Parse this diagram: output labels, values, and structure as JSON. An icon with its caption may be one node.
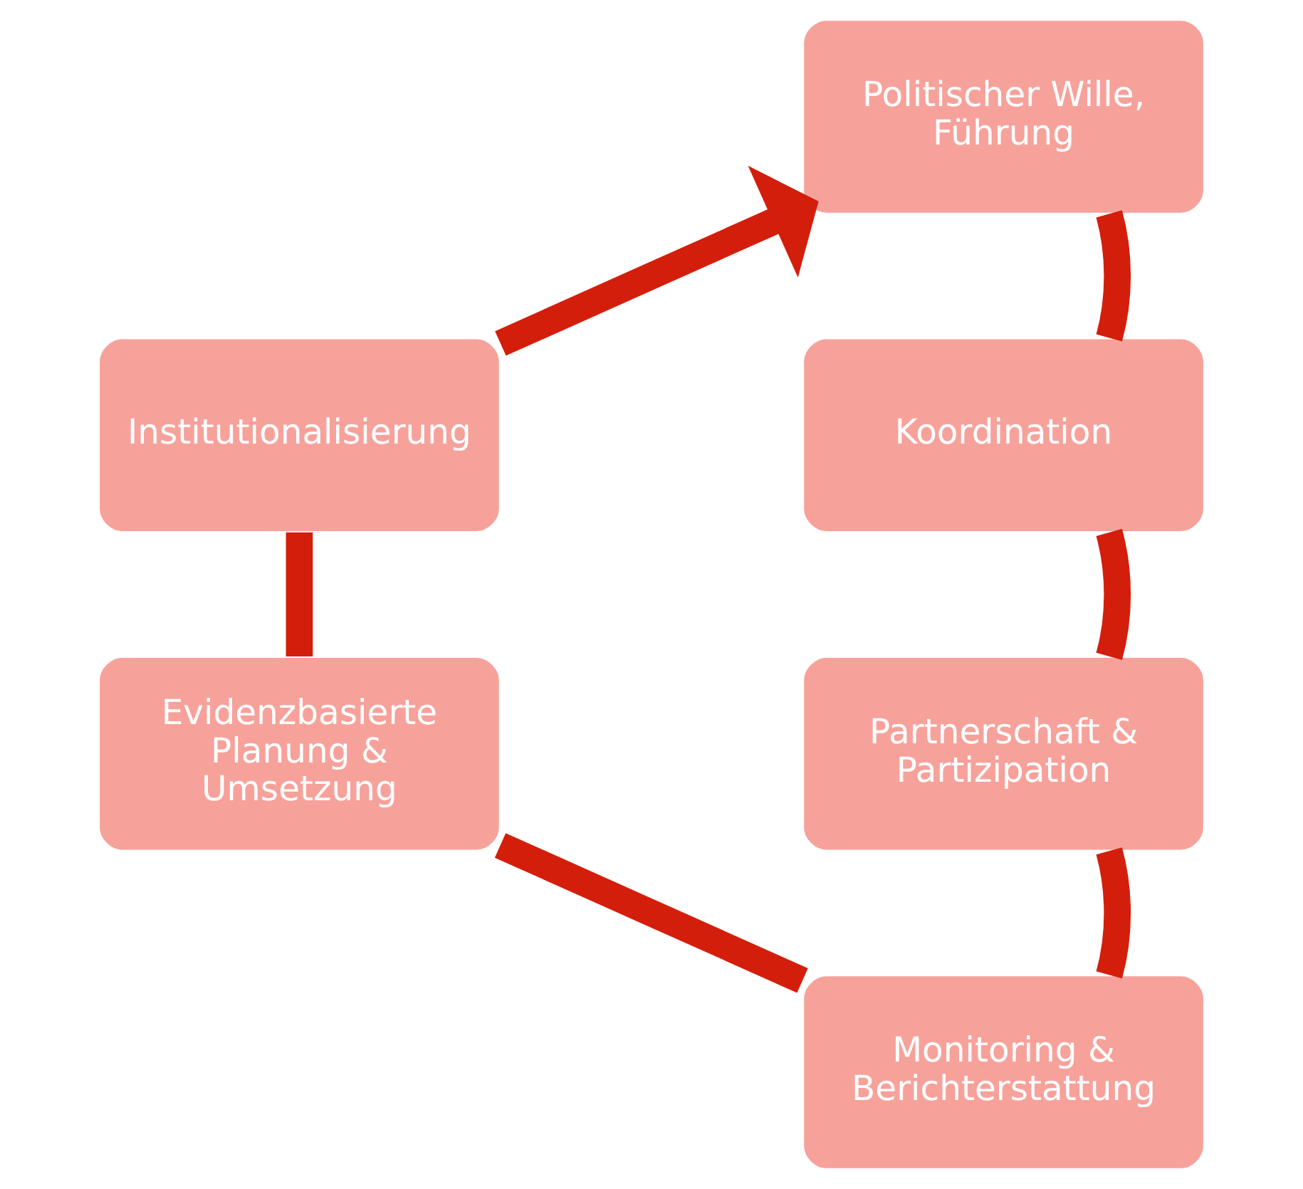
{
  "diagram": {
    "nodes": [
      {
        "text": [
          "Politischer Wille, Führung"
        ]
      },
      {
        "text": [
          "Koordination"
        ]
      },
      {
        "text": [
          "Partnerschaft & Partizipation"
        ]
      },
      {
        "text": [
          "Monitoring & Berichterstattung"
        ]
      },
      {
        "text": [
          "Evidenzbasierte Planung & Umsetzung"
        ]
      },
      {
        "text": [
          "Institutionalisierung"
        ]
      }
    ],
    "edges": [
      {
        "from": 0,
        "to": 1,
        "arrow": "none"
      },
      {
        "from": 1,
        "to": 2,
        "arrow": "none"
      },
      {
        "from": 2,
        "to": 3,
        "arrow": "none"
      },
      {
        "from": 3,
        "to": 4,
        "arrow": "none"
      },
      {
        "from": 4,
        "to": 5,
        "arrow": "none"
      },
      {
        "from": 5,
        "to": 0,
        "arrow": "to"
      }
    ]
  }
}
